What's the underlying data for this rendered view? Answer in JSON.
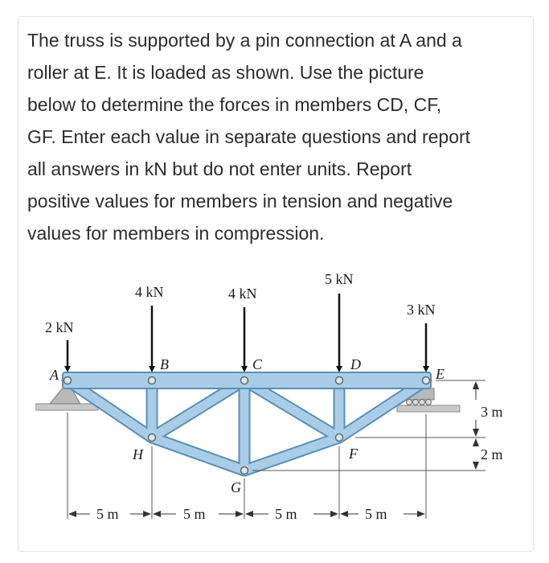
{
  "question": {
    "lines": [
      "The truss is supported by a pin connection at A and a",
      "roller at E.  It is loaded as shown.  Use the picture",
      "below to determine the forces in members CD, CF,",
      "GF. Enter each value in separate questions and report",
      "all answers in kN but do not enter units.  Report",
      "positive values for members in tension and negative",
      "values for members in compression."
    ]
  },
  "figure": {
    "loads": {
      "A": "2 kN",
      "B": "4 kN",
      "C": "4 kN",
      "D": "5 kN",
      "E": "3 kN"
    },
    "nodes": {
      "A": "A",
      "B": "B",
      "C": "C",
      "D": "D",
      "E": "E",
      "F": "F",
      "G": "G",
      "H": "H"
    },
    "span_dims": [
      "5 m",
      "5 m",
      "5 m",
      "5 m"
    ],
    "height_dims": [
      "3 m",
      "2 m"
    ],
    "colors": {
      "member": "#a9cde6",
      "member_edge": "#5b8fb5",
      "arrow": "#111111",
      "support": "#b9b9b9"
    }
  }
}
